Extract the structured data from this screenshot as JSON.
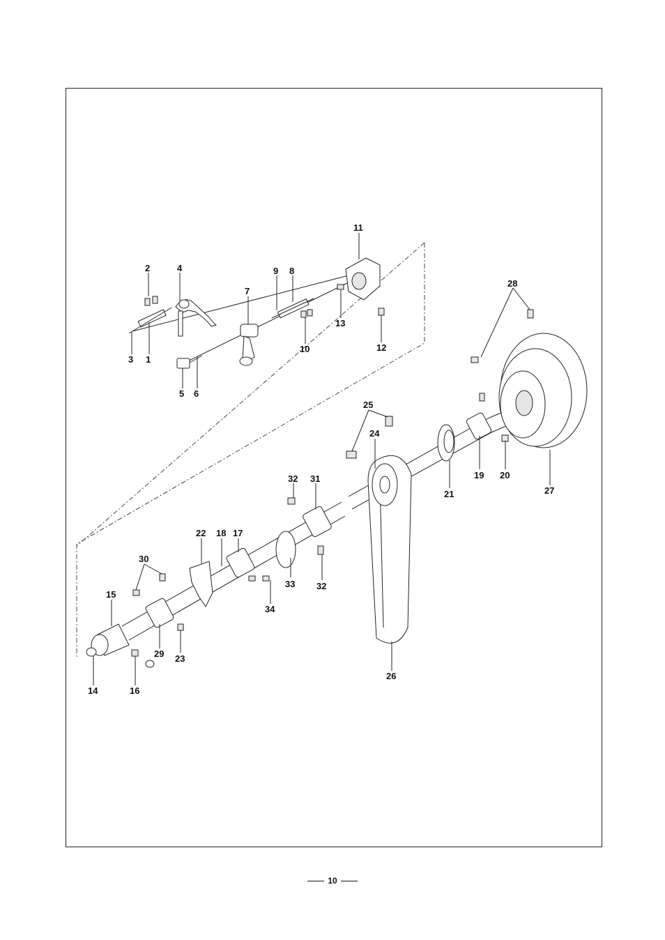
{
  "callouts": [
    "1",
    "2",
    "3",
    "4",
    "5",
    "6",
    "7",
    "8",
    "9",
    "10",
    "11",
    "12",
    "13",
    "14",
    "15",
    "16",
    "17",
    "18",
    "19",
    "20",
    "21",
    "22",
    "23",
    "24",
    "25",
    "26",
    "27",
    "28",
    "29",
    "30",
    "31",
    "32",
    "33",
    "34"
  ],
  "page_number": "10"
}
